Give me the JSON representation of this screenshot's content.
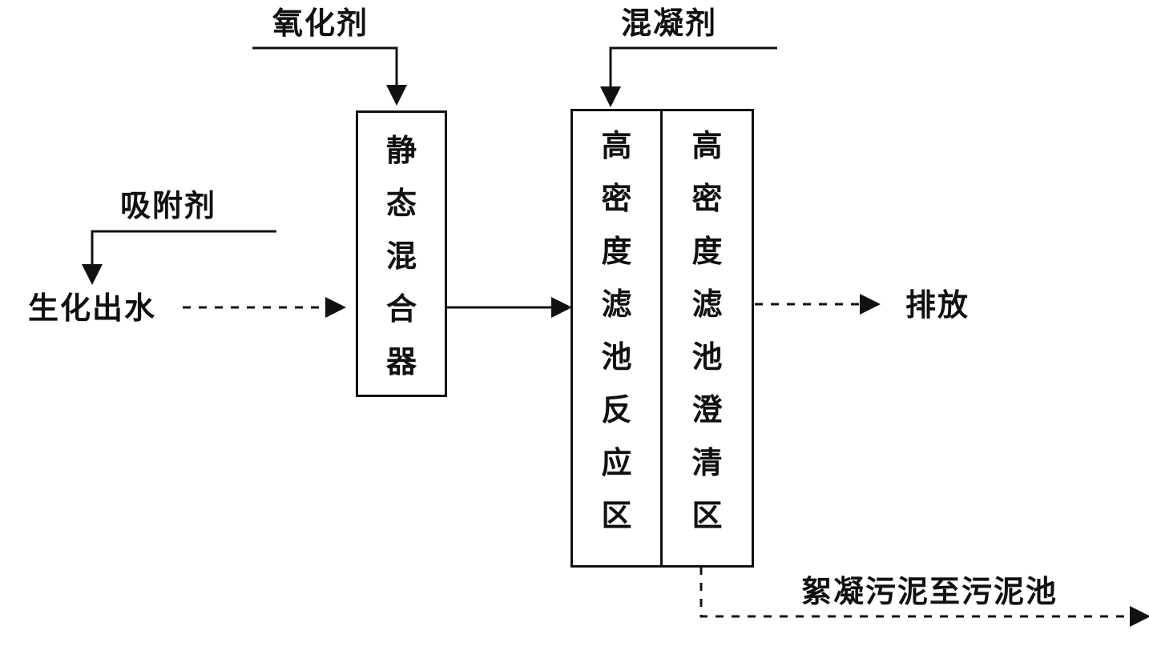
{
  "labels": {
    "oxidant": "氧化剂",
    "coagulant": "混凝剂",
    "adsorbent": "吸附剂",
    "biochemical_effluent": "生化出水",
    "discharge": "排放",
    "sludge": "絮凝污泥至污泥池"
  },
  "boxes": {
    "static_mixer": "静态混合器",
    "reaction_zone": "高密度滤池反应区",
    "clarification_zone": "高密度滤池澄清区"
  }
}
